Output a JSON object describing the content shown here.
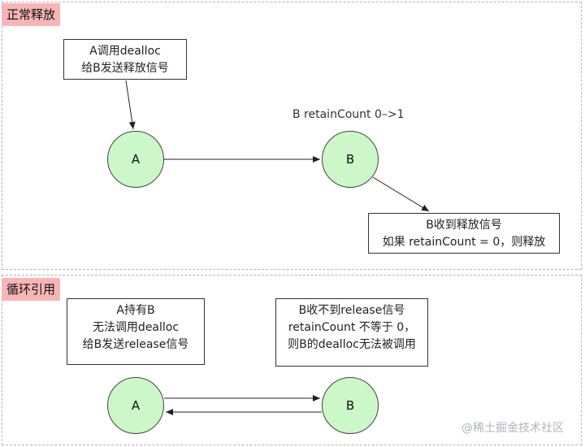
{
  "sections": [
    {
      "tag": "正常释放",
      "note_a": [
        "A调用dealloc",
        "给B发送释放信号"
      ],
      "node_a": "A",
      "node_b": "B",
      "b_label": "B retainCount 0–>1",
      "note_b": [
        "B收到释放信号",
        "如果 retainCount = 0，则释放"
      ]
    },
    {
      "tag": "循环引用",
      "note_a": [
        "A持有B",
        "无法调用dealloc",
        "给B发送release信号"
      ],
      "note_b": [
        "B收不到release信号",
        "retainCount 不等于 0，",
        "则B的dealloc无法被调用"
      ],
      "node_a": "A",
      "node_b": "B"
    }
  ],
  "watermark": "@稀土掘金技术社区",
  "colors": {
    "tag_bg": "#f7b5b5",
    "node_fill": "#ccf7c8"
  }
}
